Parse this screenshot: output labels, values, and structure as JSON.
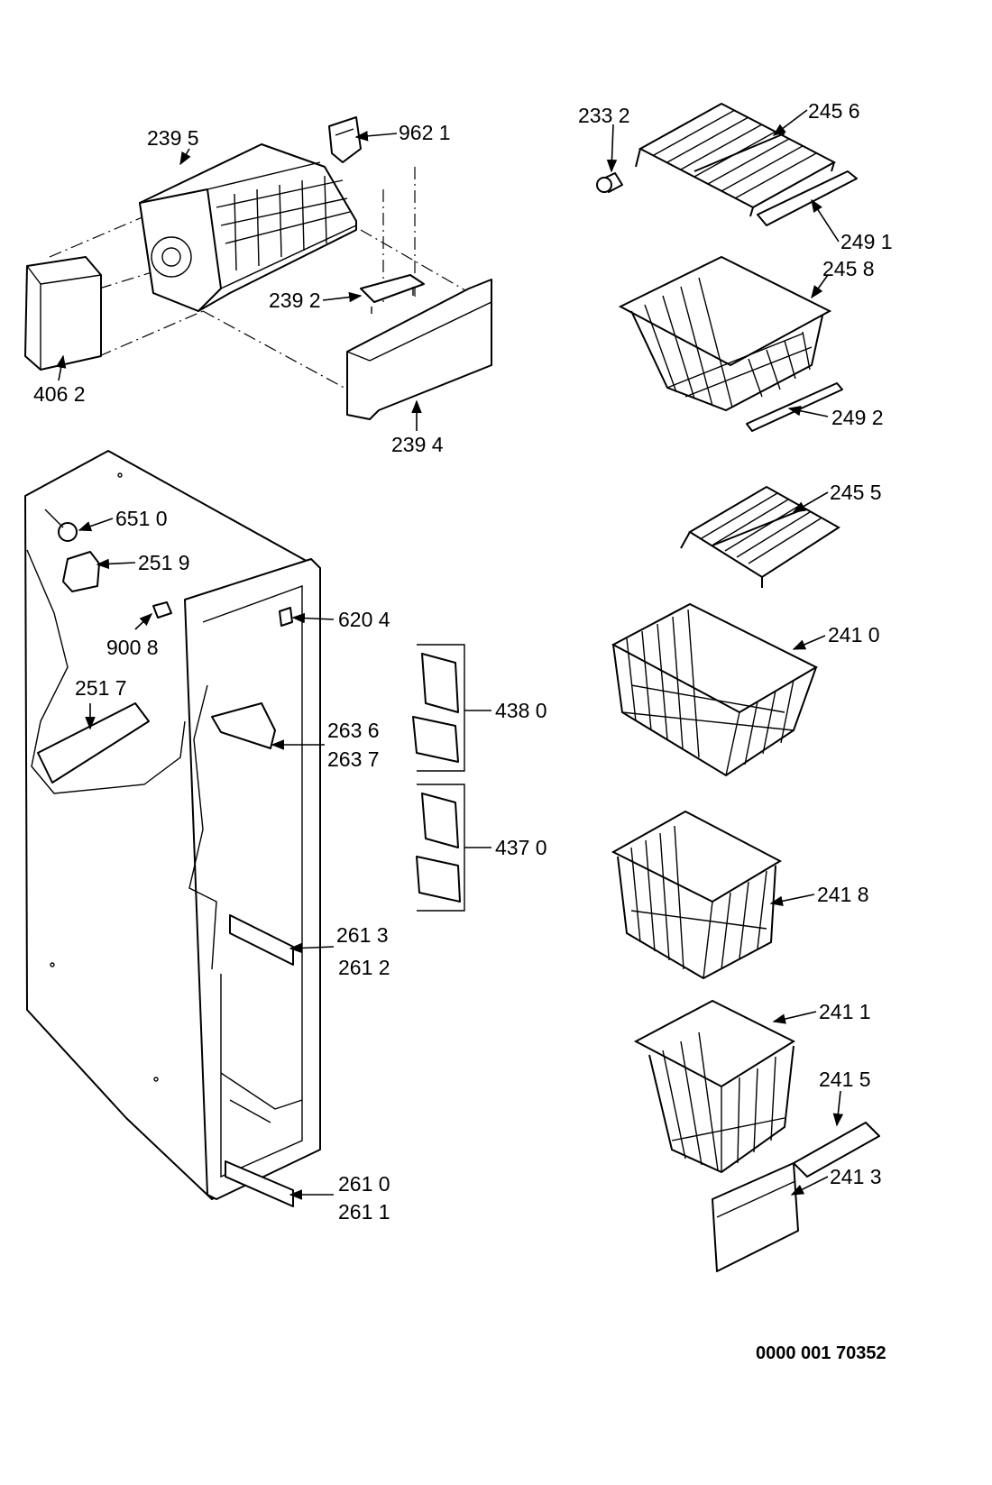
{
  "labels": {
    "p2395": "239 5",
    "p9621": "962 1",
    "p4062": "406 2",
    "p2392": "239 2",
    "p2394": "239 4",
    "p2332": "233 2",
    "p2456": "245 6",
    "p2491": "249 1",
    "p2458": "245 8",
    "p2492": "249 2",
    "p2455": "245 5",
    "p6510": "651 0",
    "p2519": "251 9",
    "p9008": "900 8",
    "p6204": "620 4",
    "p2517": "251 7",
    "p2636": "263 6",
    "p2637": "263 7",
    "p4380": "438 0",
    "p4370": "437 0",
    "p2613": "261 3",
    "p2612": "261 2",
    "p2610": "261 0",
    "p2611": "261 1",
    "p2410": "241 0",
    "p2418": "241 8",
    "p2411": "241 1",
    "p2415": "241 5",
    "p2413": "241 3"
  },
  "document_number": "0000 001 70352"
}
